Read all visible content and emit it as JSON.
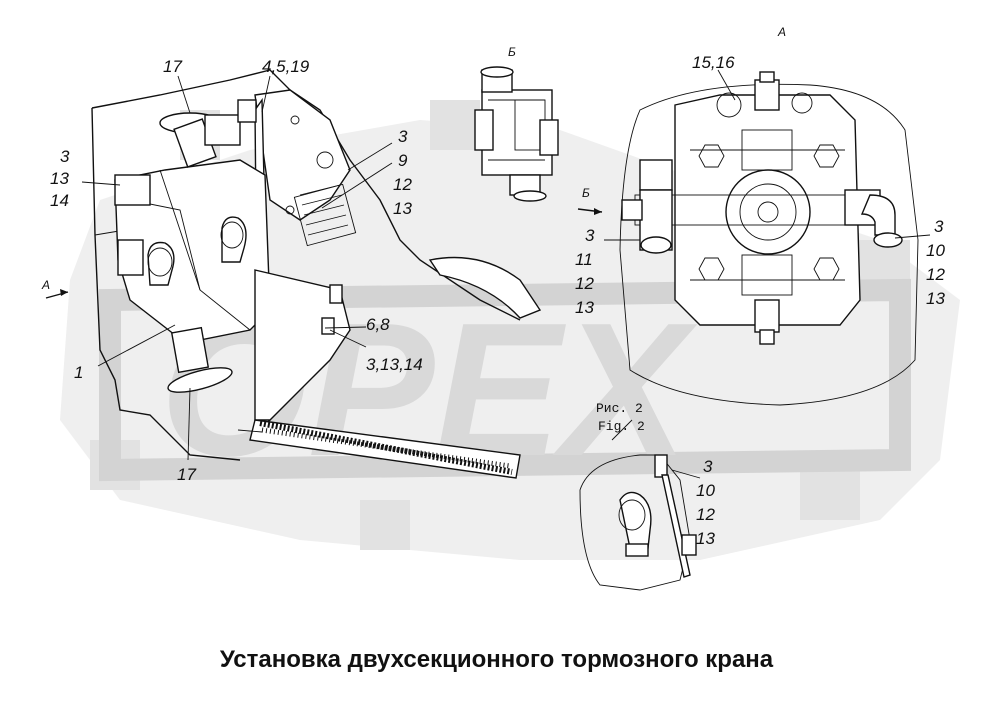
{
  "watermark": {
    "text": "OPEX",
    "color": "#d9d9d9"
  },
  "view_labels": {
    "view_a_arrow": "A",
    "view_a_title": "A",
    "view_b_title": "Б",
    "view_b_arrow": "Б"
  },
  "figure_ref": {
    "ru": "Рис. 2",
    "en": "Fig. 2"
  },
  "callouts": {
    "c17_top": "17",
    "c4519": "4,5,19",
    "c3_left": "3",
    "c13_left": "13",
    "c14_left": "14",
    "c3_mid": "3",
    "c9_mid": "9",
    "c12_mid": "12",
    "c13_mid": "13",
    "c68": "6,8",
    "c31314": "3,13,14",
    "c1": "1",
    "c17_bot": "17",
    "c1516": "15,16",
    "c3_r1": "3",
    "c11_r1": "11",
    "c12_r1": "12",
    "c13_r1": "13",
    "c3_r2": "3",
    "c10_r2": "10",
    "c12_r2": "12",
    "c13_r2": "13",
    "c3_r3": "3",
    "c10_r3": "10",
    "c12_r3": "12",
    "c13_r3": "13"
  },
  "caption": "Установка двухсекционного тормозного крана"
}
